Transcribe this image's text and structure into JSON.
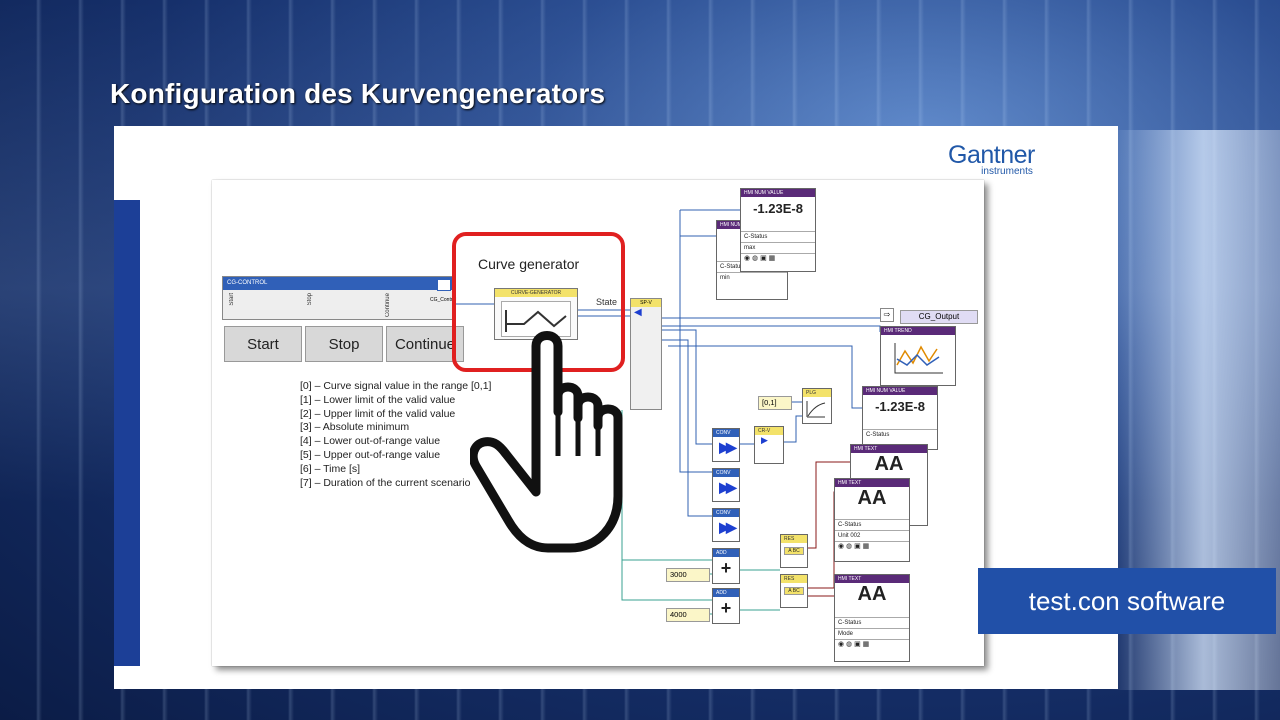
{
  "slide": {
    "title": "Konfiguration des Kurvengenerators",
    "logo_main": "Gantner",
    "logo_sub": "instruments",
    "badge": "test.con software"
  },
  "diagram": {
    "control_block": {
      "header": "CG-CONTROL",
      "labels": [
        "Start",
        "Stop",
        "Continue",
        "CG_Control"
      ]
    },
    "buttons": [
      "Start",
      "Stop",
      "Continue"
    ],
    "curve_generator_label": "Curve generator",
    "curve_generator_block": "CURVE-GENERATOR",
    "state_label": "State",
    "spv_block": "SP-V",
    "legend": [
      "[0] – Curve signal value in the range [0,1]",
      "[1] – Lower limit of the valid value",
      "[2] – Upper limit of the valid value",
      "[3] – Absolute minimum",
      "[4] – Lower out-of-range value",
      "[5] – Upper out-of-range value",
      "[6] – Time [s]",
      "[7] – Duration of the current scenario"
    ],
    "output_label": "CG_Output",
    "hmi_num_1": {
      "header": "HMI NUM VALUE",
      "value": "-1.23E-8",
      "rows": [
        "C-Status",
        "max"
      ]
    },
    "hmi_num_back": {
      "header": "HMI NUM VALUE",
      "rows": [
        "C-Status",
        "min"
      ]
    },
    "hmi_trend": {
      "header": "HMI TREND"
    },
    "hmi_num_2": {
      "header": "HMI NUM VALUE",
      "value": "-1.23E-8",
      "rows": [
        "C-Status"
      ]
    },
    "plg": {
      "header": "PLG",
      "input": "[0,1]"
    },
    "crv": {
      "header": "CR-V"
    },
    "conv": [
      "CONV",
      "CONV",
      "CONV"
    ],
    "hmi_text_1": {
      "header": "HMI TEXT",
      "aa": "AA"
    },
    "hmi_text_2": {
      "header": "HMI TEXT",
      "aa": "AA",
      "rows": [
        "C-Status",
        "Unit 002"
      ]
    },
    "hmi_text_3": {
      "header": "HMI TEXT",
      "aa": "AA",
      "rows": [
        "C-Status",
        "Mode"
      ]
    },
    "res": [
      "RES",
      "RES"
    ],
    "res_inner": "A BC",
    "add": [
      {
        "header": "ADD",
        "symbol": "+",
        "input": "3000"
      },
      {
        "header": "ADD",
        "symbol": "+",
        "input": "4000"
      }
    ]
  },
  "colors": {
    "accent_blue": "#2150a8",
    "highlight_red": "#e02020",
    "hmi_purple": "#5a2a78"
  }
}
